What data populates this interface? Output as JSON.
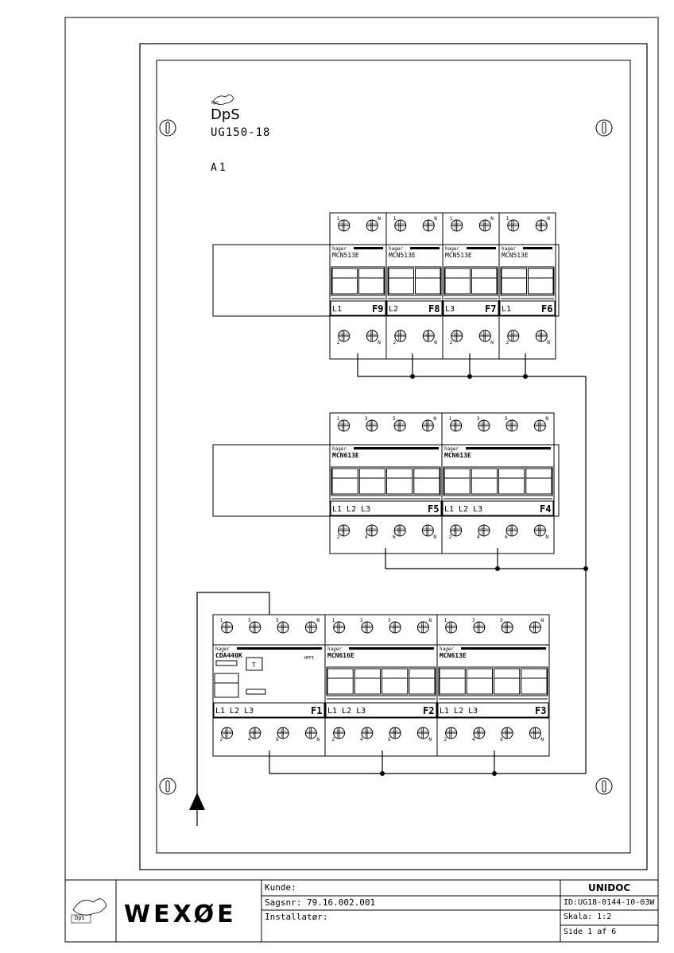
{
  "enclosure": {
    "brand": "DpS",
    "model": "UG150-18",
    "rail_label": "A1"
  },
  "rows": [
    {
      "id": "row1",
      "breakers": [
        {
          "brand": "hager",
          "model": "MCN513E",
          "phase": "L1",
          "name": "F9",
          "poles": 2,
          "top": [
            "1",
            "N"
          ],
          "bottom": [
            "2",
            "N"
          ]
        },
        {
          "brand": "hager",
          "model": "MCN513E",
          "phase": "L2",
          "name": "F8",
          "poles": 2,
          "top": [
            "1",
            "N"
          ],
          "bottom": [
            "2",
            "N"
          ]
        },
        {
          "brand": "hager",
          "model": "MCN513E",
          "phase": "L3",
          "name": "F7",
          "poles": 2,
          "top": [
            "1",
            "N"
          ],
          "bottom": [
            "2",
            "N"
          ]
        },
        {
          "brand": "hager",
          "model": "MCN513E",
          "phase": "L1",
          "name": "F6",
          "poles": 2,
          "top": [
            "1",
            "N"
          ],
          "bottom": [
            "2",
            "N"
          ]
        }
      ]
    },
    {
      "id": "row2",
      "breakers": [
        {
          "brand": "hager",
          "model": "MCN613E",
          "phase": "L1 L2 L3",
          "name": "F5",
          "poles": 4,
          "top": [
            "1",
            "3",
            "5",
            "N"
          ],
          "bottom": [
            "2",
            "4",
            "6",
            "N"
          ]
        },
        {
          "brand": "hager",
          "model": "MCN613E",
          "phase": "L1 L2 L3",
          "name": "F4",
          "poles": 4,
          "top": [
            "1",
            "3",
            "5",
            "N"
          ],
          "bottom": [
            "2",
            "4",
            "6",
            "N"
          ]
        }
      ]
    },
    {
      "id": "row3",
      "breakers": [
        {
          "brand": "hager",
          "model": "CDA440K",
          "phase": "L1 L2 L3",
          "name": "F1",
          "poles": 4,
          "top": [
            "1",
            "3",
            "5",
            "N"
          ],
          "bottom": [
            "2",
            "4",
            "6",
            "N"
          ],
          "rcd": true,
          "test_label": "T",
          "hpi_label": "HPFI"
        },
        {
          "brand": "hager",
          "model": "MCN616E",
          "phase": "L1 L2 L3",
          "name": "F2",
          "poles": 4,
          "top": [
            "1",
            "3",
            "5",
            "N"
          ],
          "bottom": [
            "2",
            "4",
            "6",
            "N"
          ]
        },
        {
          "brand": "hager",
          "model": "MCN613E",
          "phase": "L1 L2 L3",
          "name": "F3",
          "poles": 4,
          "top": [
            "1",
            "3",
            "5",
            "N"
          ],
          "bottom": [
            "2",
            "4",
            "6",
            "N"
          ]
        }
      ]
    }
  ],
  "title_block": {
    "company": "WEXØE",
    "logo_text": "DpS",
    "kunde_label": "Kunde:",
    "kunde_value": "",
    "sagsnr_label": "Sagsnr:",
    "sagsnr_value": "79.16.002.001",
    "installator_label": "Installatør:",
    "installator_value": "",
    "unidoc": "UNIDOC",
    "id_label": "ID:",
    "id_value": "UG18-0144-10-03W",
    "skala_label": "Skala:",
    "skala_value": "1:2",
    "side_label": "Side",
    "side_value": "1",
    "af_label": "af",
    "af_value": "6"
  }
}
